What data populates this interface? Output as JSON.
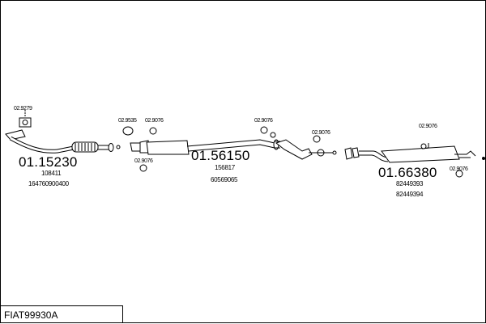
{
  "diagram": {
    "title_code": "FIAT99930A",
    "sections": [
      {
        "part_number": "01.15230",
        "refs": [
          "108411",
          "164760900400"
        ]
      },
      {
        "part_number": "01.56150",
        "refs": [
          "156817",
          "60569065"
        ]
      },
      {
        "part_number": "01.66380",
        "refs": [
          "82449393",
          "82449394"
        ]
      }
    ],
    "accessories": [
      {
        "code": "02.9279"
      },
      {
        "code": "02.9535"
      },
      {
        "code": "02.9076"
      },
      {
        "code": "02.9076"
      },
      {
        "code": "02.9076"
      },
      {
        "code": "02.9076"
      },
      {
        "code": "02.9076"
      },
      {
        "code": "02.9076"
      }
    ]
  }
}
